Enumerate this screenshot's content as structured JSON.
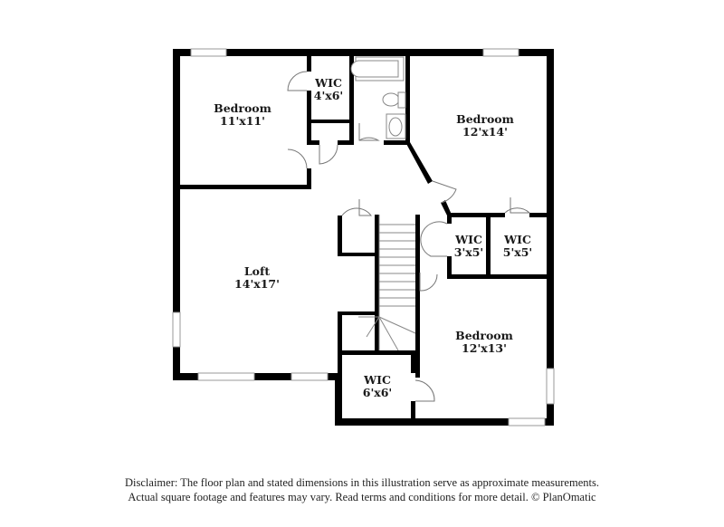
{
  "floorplan": {
    "rooms": [
      {
        "id": "bedroom-1",
        "name": "Bedroom",
        "dims": "11'x11'"
      },
      {
        "id": "wic-1",
        "name": "WIC",
        "dims": "4'x6'"
      },
      {
        "id": "bedroom-2",
        "name": "Bedroom",
        "dims": "12'x14'"
      },
      {
        "id": "wic-2",
        "name": "WIC",
        "dims": "3'x5'"
      },
      {
        "id": "wic-3",
        "name": "WIC",
        "dims": "5'x5'"
      },
      {
        "id": "loft",
        "name": "Loft",
        "dims": "14'x17'"
      },
      {
        "id": "bedroom-3",
        "name": "Bedroom",
        "dims": "12'x13'"
      },
      {
        "id": "wic-4",
        "name": "WIC",
        "dims": "6'x6'"
      }
    ],
    "colors": {
      "wall": "#000000",
      "fixture": "#888888",
      "window": "#dddddd"
    }
  },
  "disclaimer": {
    "line1": "Disclaimer: The floor plan and stated dimensions in this illustration serve as approximate measurements.",
    "line2": "Actual square footage and features may vary. Read terms and conditions for more detail. © PlanOmatic"
  }
}
